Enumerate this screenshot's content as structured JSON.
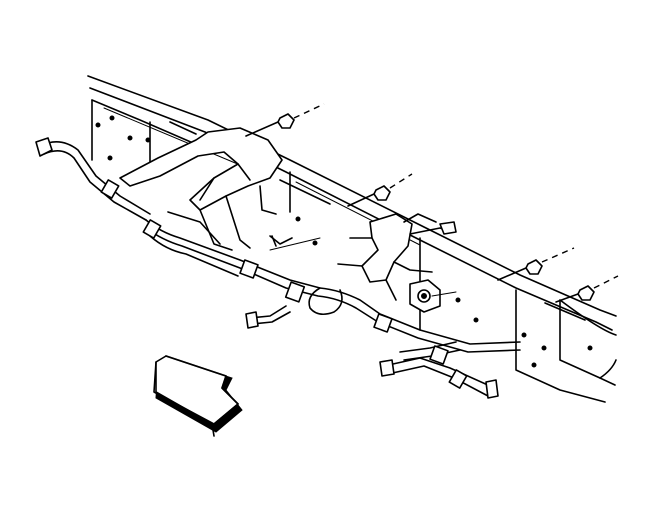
{
  "diagram": {
    "background_color": "#ffffff",
    "line_color": "#000000",
    "parts": [
      {
        "name": "frame-rail",
        "icon": "frame-rail-drawing"
      },
      {
        "name": "crossmember",
        "icon": "crossmember-drawing"
      },
      {
        "name": "fuel-lines",
        "icon": "fuel-line-drawing"
      },
      {
        "name": "line-clips",
        "icon": "clip-drawing"
      },
      {
        "name": "retaining-nuts",
        "icon": "nut-drawing",
        "count": 4
      },
      {
        "name": "direction-arrow",
        "icon": "arrow-icon"
      }
    ]
  }
}
